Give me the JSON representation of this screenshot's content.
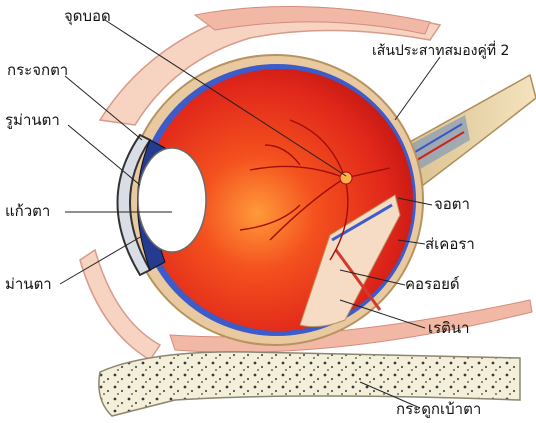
{
  "labels": {
    "blind_spot": "จุดบอด",
    "optic_nerve": "เส้นประสาทสมองคู่ที่ 2",
    "cornea": "กระจกตา",
    "pupil": "รูม่านตา",
    "macula": "จอตา",
    "lens": "แก้วตา",
    "sclera": "ส่เคอรา",
    "iris": "ม่านตา",
    "choroid": "คอรอยด์",
    "retina": "เรตินา",
    "orbital_bone": "กระดูกเบ้าตา"
  },
  "colors": {
    "eyeball_red": "#e8301a",
    "sclera_tan": "#e9c9a0",
    "choroid_blue": "#3d5bc9",
    "lens_white": "#ffffff",
    "bone_cream": "#f3efd8",
    "muscle_pink": "#f2b8a6",
    "nerve_tan": "#eed9b0",
    "leader_line": "#222222"
  }
}
